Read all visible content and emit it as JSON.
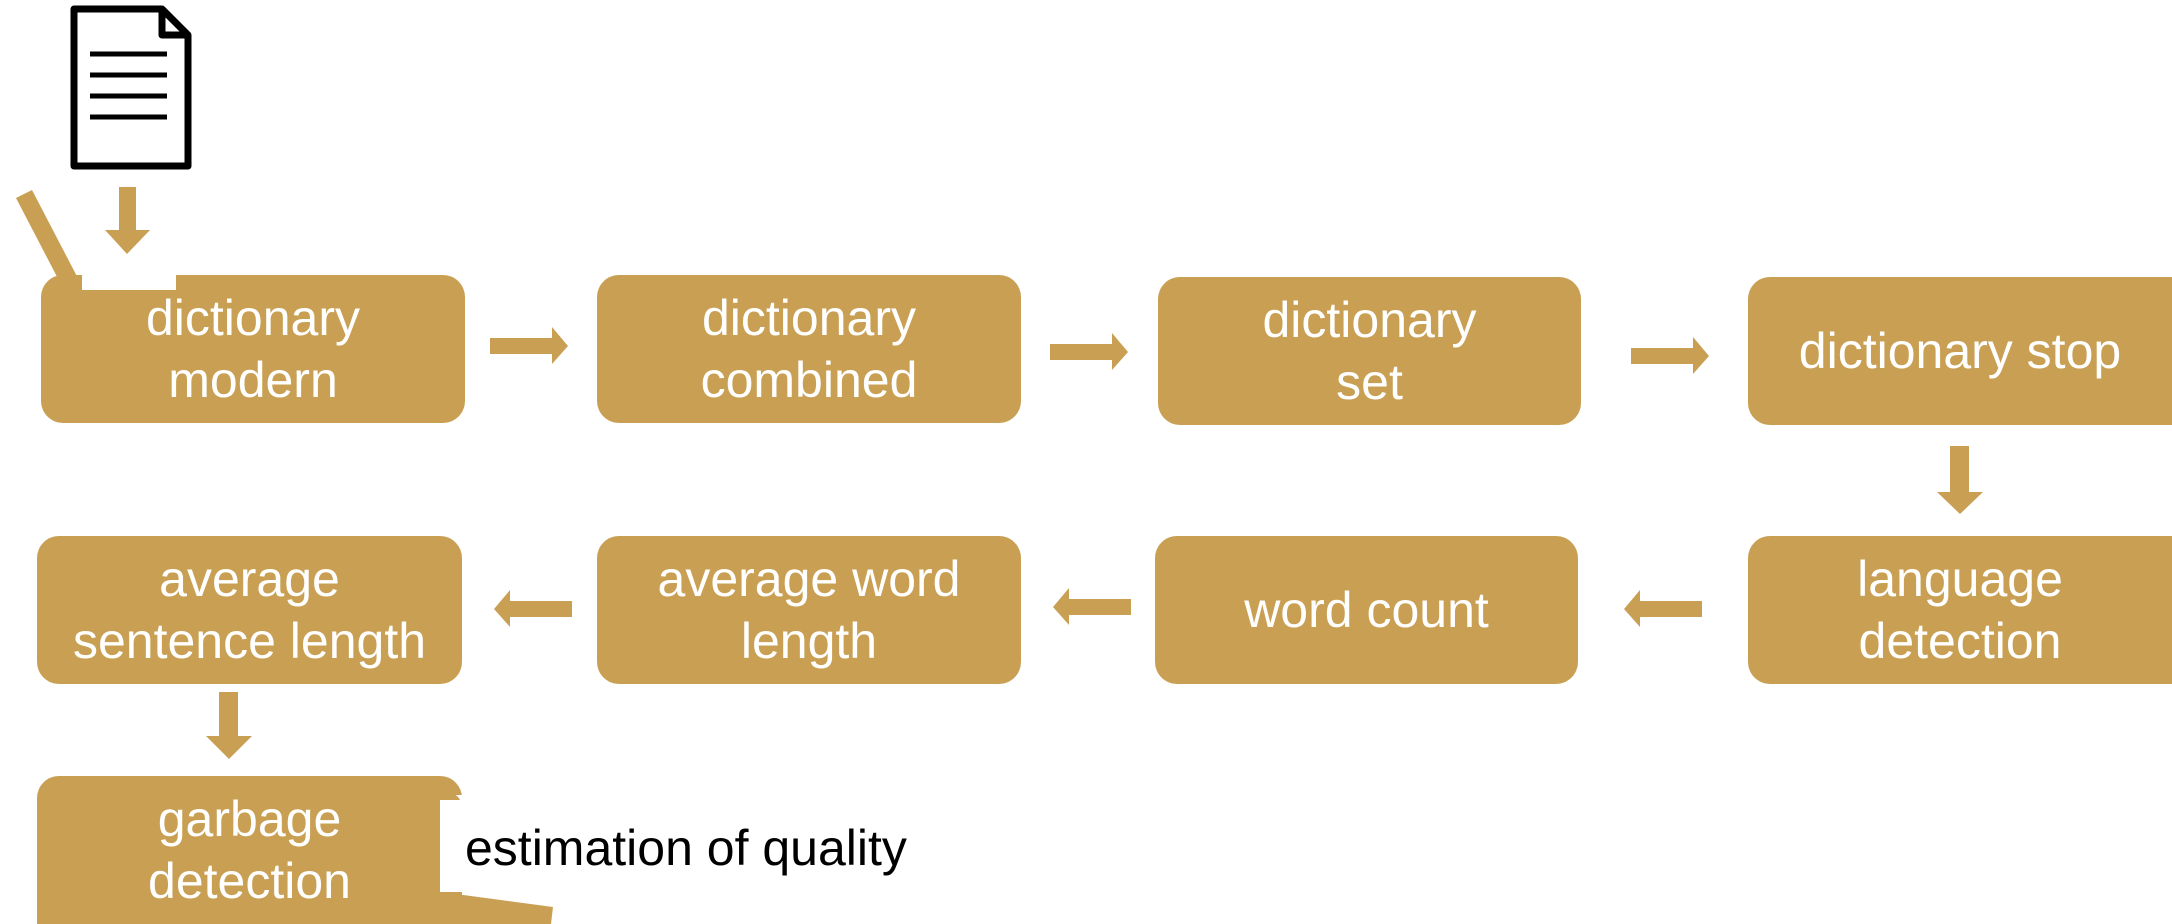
{
  "colors": {
    "box": "#C9A053",
    "box_text": "#FFFFFF",
    "arrow": "#C9A053",
    "icon": "#000000"
  },
  "icons": {
    "input": "document-icon"
  },
  "steps": [
    {
      "label": "dictionary\nmodern"
    },
    {
      "label": "dictionary\ncombined"
    },
    {
      "label": "dictionary\nset"
    },
    {
      "label": "dictionary stop"
    },
    {
      "label": "language\ndetection"
    },
    {
      "label": "word count"
    },
    {
      "label": "average word\nlength"
    },
    {
      "label": "average\nsentence length"
    },
    {
      "label": "garbage\ndetection"
    }
  ],
  "annotation": {
    "label": "estimation of quality"
  }
}
